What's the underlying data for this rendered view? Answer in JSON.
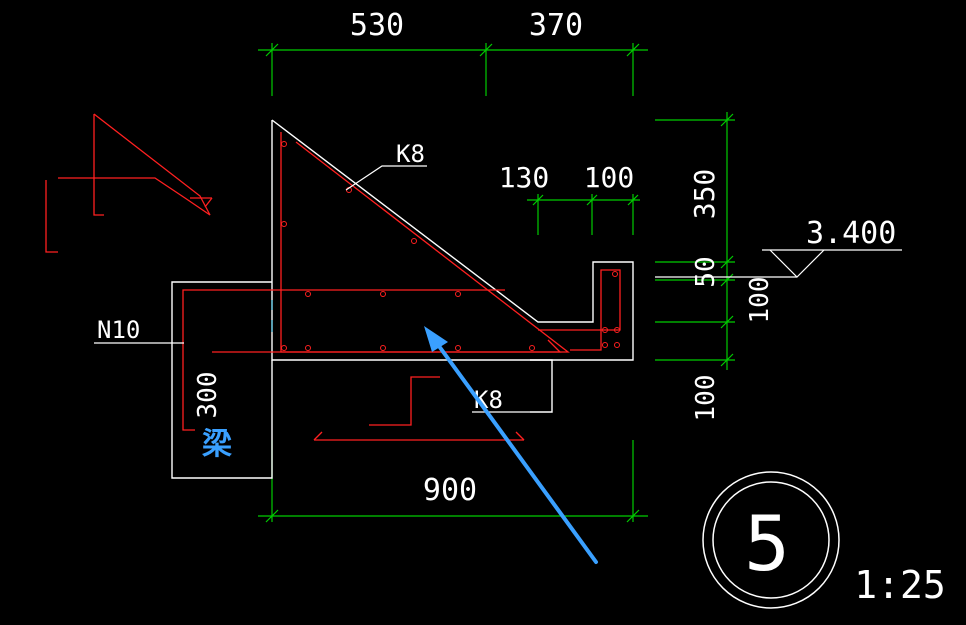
{
  "dimensions": {
    "top_left": "530",
    "top_right": "370",
    "small_left": "130",
    "small_right": "100",
    "right_top": "350",
    "right_50": "50",
    "right_100_a": "100",
    "right_100_b": "100",
    "bottom": "900",
    "beam_depth": "300"
  },
  "labels": {
    "rebar_top": "K8",
    "rebar_bottom": "K8",
    "rebar_left": "N10",
    "elevation": "3.400",
    "beam": "梁"
  },
  "detail": {
    "number": "5",
    "scale": "1:25"
  },
  "colors": {
    "background": "#000000",
    "outline": "#ffffff",
    "rebar": "#ff2020",
    "dimension": "#00cc00",
    "annotation_arrow": "#3aa0ff"
  }
}
